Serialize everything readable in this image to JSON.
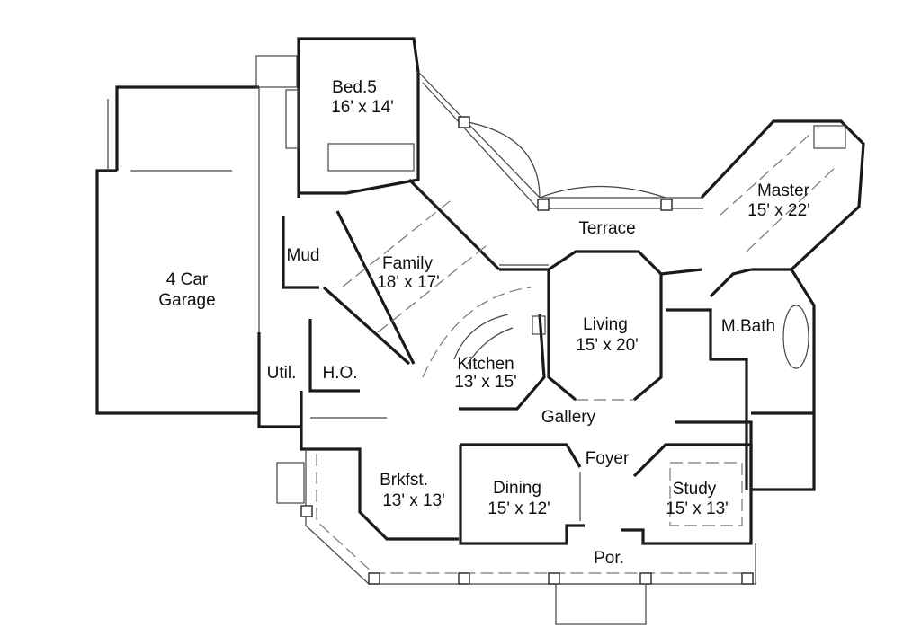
{
  "rooms": [
    {
      "name": "Bed.5",
      "size": "16' x 14'"
    },
    {
      "name": "Master",
      "size": "15' x 22'"
    },
    {
      "name": "Terrace",
      "size": ""
    },
    {
      "name": "4 Car",
      "size": "Garage"
    },
    {
      "name": "Family",
      "size": "18' x 17'"
    },
    {
      "name": "Mud",
      "size": ""
    },
    {
      "name": "M.Bath",
      "size": ""
    },
    {
      "name": "Living",
      "size": "15' x 20'"
    },
    {
      "name": "Util.",
      "size": ""
    },
    {
      "name": "H.O.",
      "size": ""
    },
    {
      "name": "Kitchen",
      "size": "13' x 15'"
    },
    {
      "name": "Gallery",
      "size": ""
    },
    {
      "name": "Foyer",
      "size": ""
    },
    {
      "name": "Brkfst.",
      "size": "13' x 13'"
    },
    {
      "name": "Dining",
      "size": "15' x 12'"
    },
    {
      "name": "Study",
      "size": "15' x 13'"
    },
    {
      "name": "Por.",
      "size": ""
    }
  ],
  "colors": {
    "walls": "#1a1a1a",
    "background": "#ffffff"
  }
}
